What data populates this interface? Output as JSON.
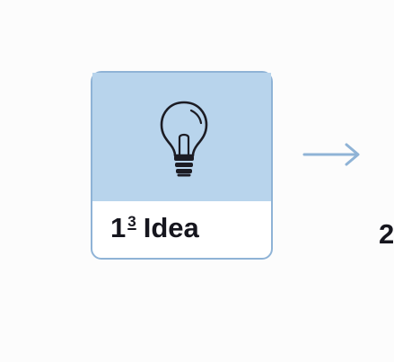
{
  "steps": [
    {
      "number": "1",
      "superscript": "3",
      "label": "Idea",
      "icon": "lightbulb-icon"
    },
    {
      "number": "2"
    }
  ],
  "connector": {
    "icon": "arrow-right-icon"
  },
  "colors": {
    "card_top": "#b8d4ec",
    "card_border": "#8fb3d6",
    "arrow": "#8fb3d6",
    "text": "#16161e"
  }
}
